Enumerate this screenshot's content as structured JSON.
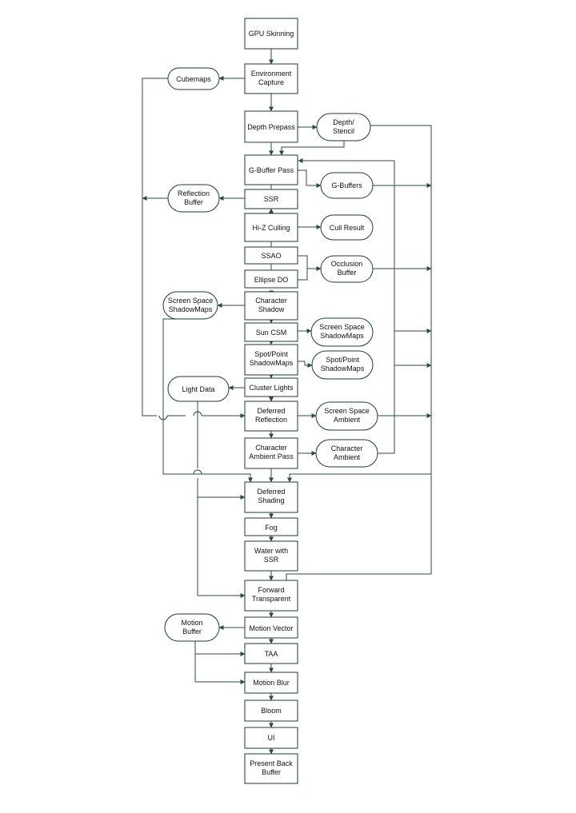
{
  "nodes": {
    "gpu_skinning": {
      "text": "GPU Skinning"
    },
    "environment_capture": {
      "text": "Environment\nCapture"
    },
    "depth_prepass": {
      "text": "Depth Prepass"
    },
    "gbuffer_pass": {
      "text": "G-Buffer Pass"
    },
    "ssr": {
      "text": "SSR"
    },
    "hiz_culling": {
      "text": "Hi-Z Culling"
    },
    "ssao": {
      "text": "SSAO"
    },
    "ellipse_do": {
      "text": "Ellipse DO"
    },
    "character_shadow": {
      "text": "Character\nShadow"
    },
    "sun_csm": {
      "text": "Sun CSM"
    },
    "spot_point_pass": {
      "text": "Spot/Point\nShadowMaps"
    },
    "cluster_lights": {
      "text": "Cluster Lights"
    },
    "deferred_reflection": {
      "text": "Deferred\nReflection"
    },
    "character_ambient_pass": {
      "text": "Character\nAmbient Pass"
    },
    "deferred_shading": {
      "text": "Deferred\nShading"
    },
    "fog": {
      "text": "Fog"
    },
    "water_ssr": {
      "text": "Water with\nSSR"
    },
    "forward_transparent": {
      "text": "Forward\nTransparent"
    },
    "motion_vector": {
      "text": "Motion Vector"
    },
    "taa": {
      "text": "TAA"
    },
    "motion_blur": {
      "text": "Motion Blur"
    },
    "bloom": {
      "text": "Bloom"
    },
    "ui": {
      "text": "UI"
    },
    "present": {
      "text": "Present Back\nBuffer"
    },
    "cubemaps": {
      "text": "Cubemaps"
    },
    "depth_stencil": {
      "text": "Depth/\nStencil"
    },
    "gbuffers": {
      "text": "G-Buffers"
    },
    "reflection_buffer": {
      "text": "Reflection\nBuffer"
    },
    "cull_result": {
      "text": "Cull Result"
    },
    "occlusion_buffer": {
      "text": "Occlusion\nBuffer"
    },
    "ss_shadowmaps_left": {
      "text": "Screen Space\nShadowMaps"
    },
    "ss_shadowmaps_right": {
      "text": "Screen Space\nShadowMaps"
    },
    "spot_point_res": {
      "text": "Spot/Point\nShadowMaps"
    },
    "light_data": {
      "text": "Light Data"
    },
    "ss_ambient": {
      "text": "Screen Space\nAmbient"
    },
    "character_ambient_res": {
      "text": "Character\nAmbient"
    },
    "motion_buffer": {
      "text": "Motion\nBuffer"
    }
  }
}
